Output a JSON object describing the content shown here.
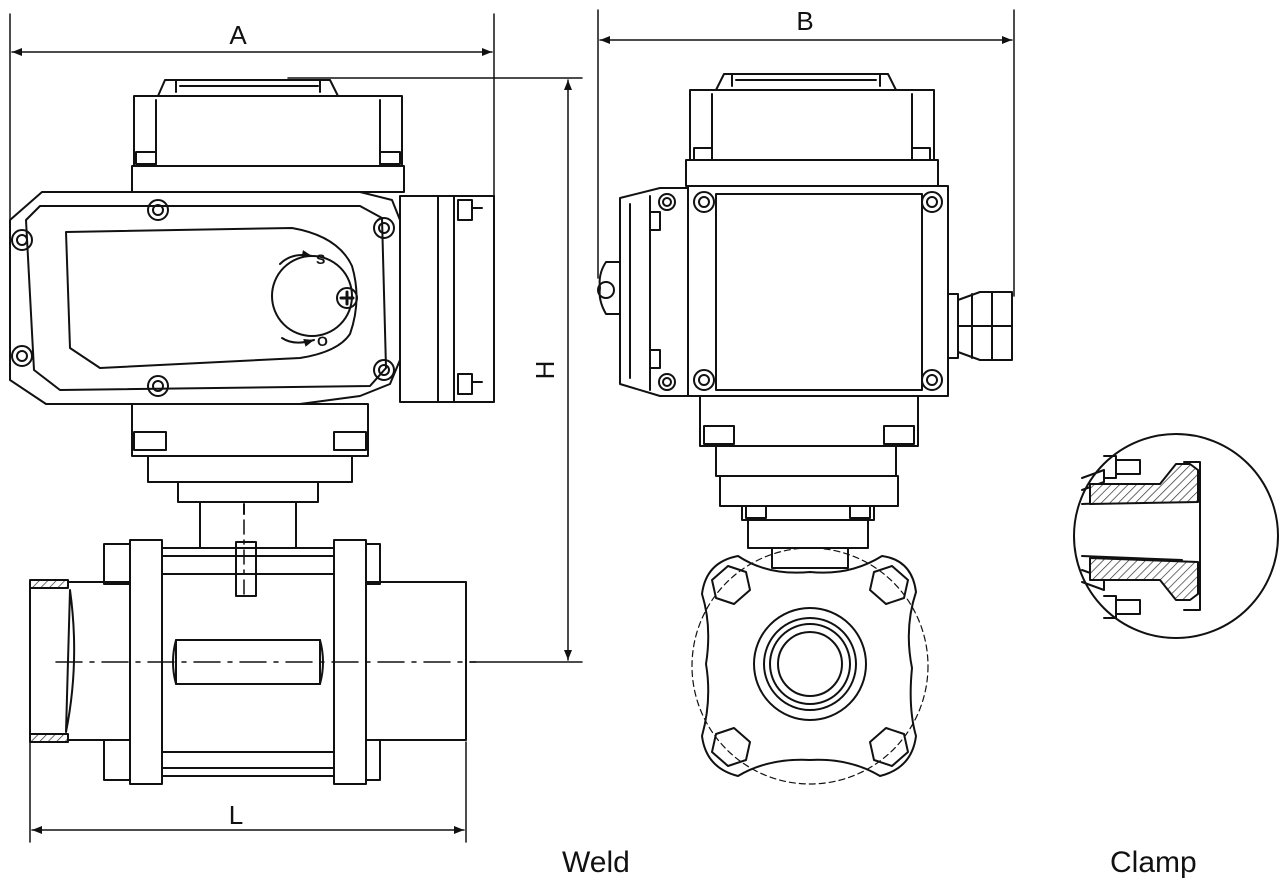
{
  "dimensions": {
    "a": "A",
    "b": "B",
    "h": "H",
    "l": "L"
  },
  "markings": {
    "shut": "S",
    "open": "O"
  },
  "captions": {
    "weld": "Weld",
    "clamp": "Clamp"
  }
}
